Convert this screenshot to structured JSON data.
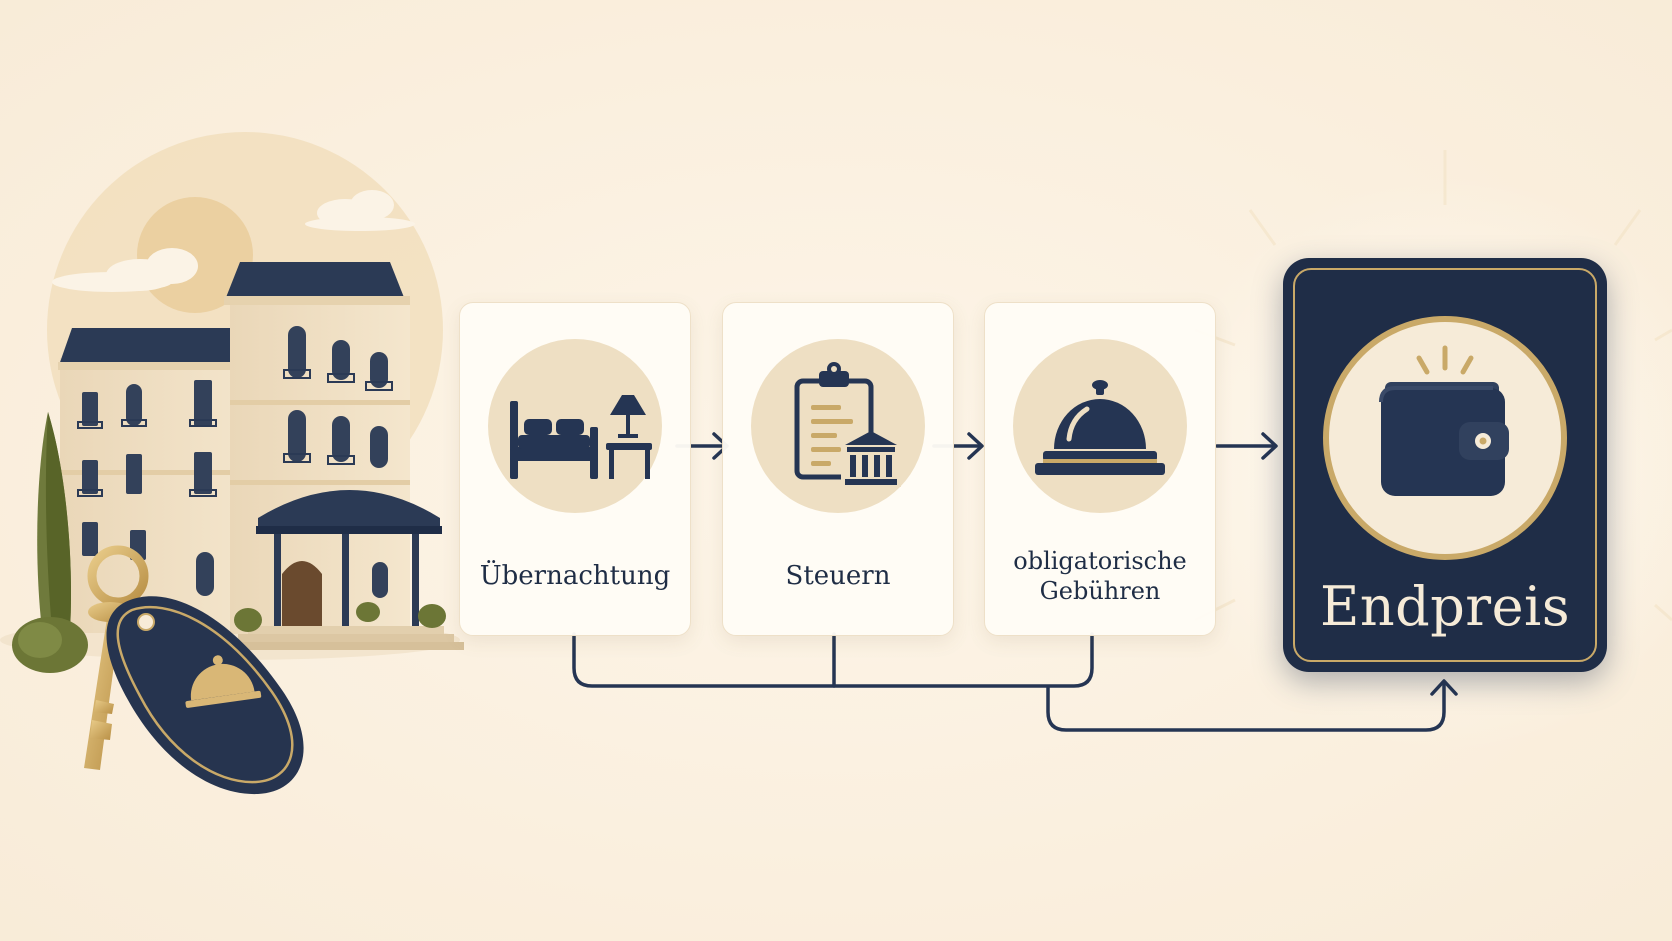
{
  "steps": [
    {
      "label": "Übernachtung",
      "icon": "bed-icon"
    },
    {
      "label": "Steuern",
      "icon": "clipboard-bank-icon"
    },
    {
      "label": "obligatorische Gebühren",
      "icon": "service-bell-icon"
    }
  ],
  "result": {
    "label": "Endpreis",
    "icon": "wallet-icon"
  },
  "colors": {
    "background": "#fbf1e2",
    "navy": "#1f2d47",
    "gold": "#c9a968",
    "icon_disc": "#eedfc3",
    "card": "#fffcf6"
  },
  "illustration": {
    "elements": [
      "hotel-building",
      "sun",
      "clouds",
      "cypress-tree",
      "bushes",
      "hotel-key",
      "key-tag",
      "service-bell-emblem"
    ]
  }
}
